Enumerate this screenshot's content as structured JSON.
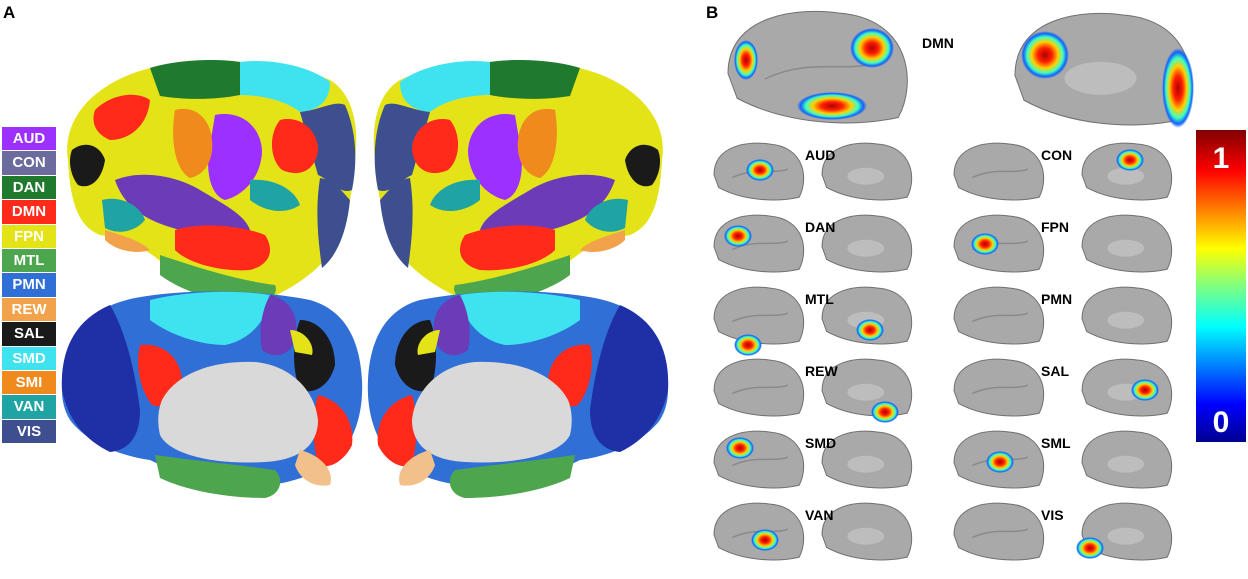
{
  "panel_a": {
    "letter": "A",
    "legend": [
      {
        "label": "AUD",
        "color": "#9b30ff"
      },
      {
        "label": "CON",
        "color": "#6b6b9e"
      },
      {
        "label": "DAN",
        "color": "#1f7a2e"
      },
      {
        "label": "DMN",
        "color": "#ff2a1a"
      },
      {
        "label": "FPN",
        "color": "#e3e317"
      },
      {
        "label": "MTL",
        "color": "#4da64d"
      },
      {
        "label": "PMN",
        "color": "#2f6fd6"
      },
      {
        "label": "REW",
        "color": "#f2a24b"
      },
      {
        "label": "SAL",
        "color": "#1a1a1a"
      },
      {
        "label": "SMD",
        "color": "#3fe3f0"
      },
      {
        "label": "SMI",
        "color": "#f08a1c"
      },
      {
        "label": "VAN",
        "color": "#1fa3a3"
      },
      {
        "label": "VIS",
        "color": "#3d4f8f"
      }
    ]
  },
  "panel_b": {
    "letter": "B",
    "main_label": "DMN",
    "labels": [
      "AUD",
      "CON",
      "DAN",
      "FPN",
      "MTL",
      "PMN",
      "REW",
      "SAL",
      "SMD",
      "SML",
      "VAN",
      "VIS"
    ],
    "colorbar": {
      "max_label": "1",
      "min_label": "0"
    }
  }
}
